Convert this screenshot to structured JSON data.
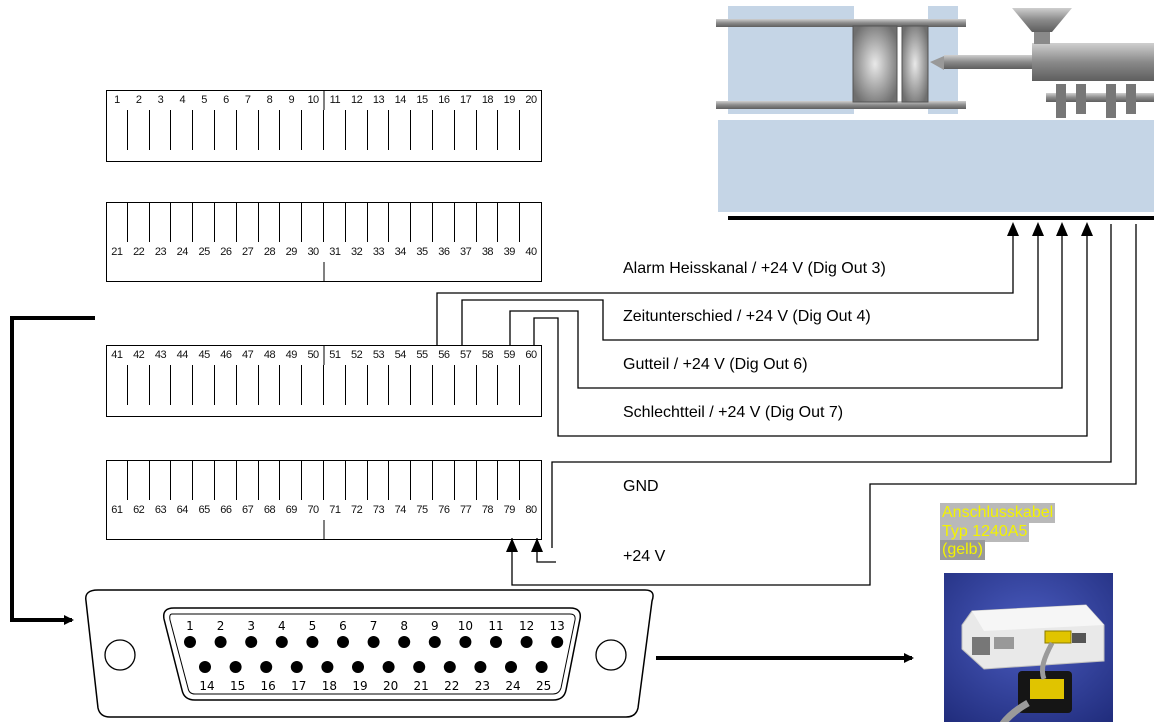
{
  "terminals": {
    "row1": [
      "1",
      "2",
      "3",
      "4",
      "5",
      "6",
      "7",
      "8",
      "9",
      "10",
      "11",
      "12",
      "13",
      "14",
      "15",
      "16",
      "17",
      "18",
      "19",
      "20"
    ],
    "row2": [
      "21",
      "22",
      "23",
      "24",
      "25",
      "26",
      "27",
      "28",
      "29",
      "30",
      "31",
      "32",
      "33",
      "34",
      "35",
      "36",
      "37",
      "38",
      "39",
      "40"
    ],
    "row3": [
      "41",
      "42",
      "43",
      "44",
      "45",
      "46",
      "47",
      "48",
      "49",
      "50",
      "51",
      "52",
      "53",
      "54",
      "55",
      "56",
      "57",
      "58",
      "59",
      "60"
    ],
    "row4": [
      "61",
      "62",
      "63",
      "64",
      "65",
      "66",
      "67",
      "68",
      "69",
      "70",
      "71",
      "72",
      "73",
      "74",
      "75",
      "76",
      "77",
      "78",
      "79",
      "80"
    ]
  },
  "signals": {
    "alarm": "Alarm Heisskanal / +24 V (Dig Out 3)",
    "zeit": "Zeitunterschied / +24 V (Dig Out 4)",
    "gutteil": "Gutteil / +24 V (Dig Out 6)",
    "schlecht": "Schlechtteil / +24 V (Dig Out 7)",
    "gnd": "GND",
    "plus24": "+24 V"
  },
  "cable": {
    "line1": "Anschlusskabel",
    "line2": "Typ 1240A5",
    "line3": "(gelb)"
  },
  "dsub": {
    "top_pins": [
      "1",
      "2",
      "3",
      "4",
      "5",
      "6",
      "7",
      "8",
      "9",
      "10",
      "11",
      "12",
      "13"
    ],
    "bottom_pins": [
      "14",
      "15",
      "16",
      "17",
      "18",
      "19",
      "20",
      "21",
      "22",
      "23",
      "24",
      "25"
    ]
  },
  "colors": {
    "machine_panel": "#c5d5e6",
    "machine_gray": "#8a8a8a",
    "cable_label_text": "#f3f300",
    "photo_bg": "#2f3f9a"
  }
}
